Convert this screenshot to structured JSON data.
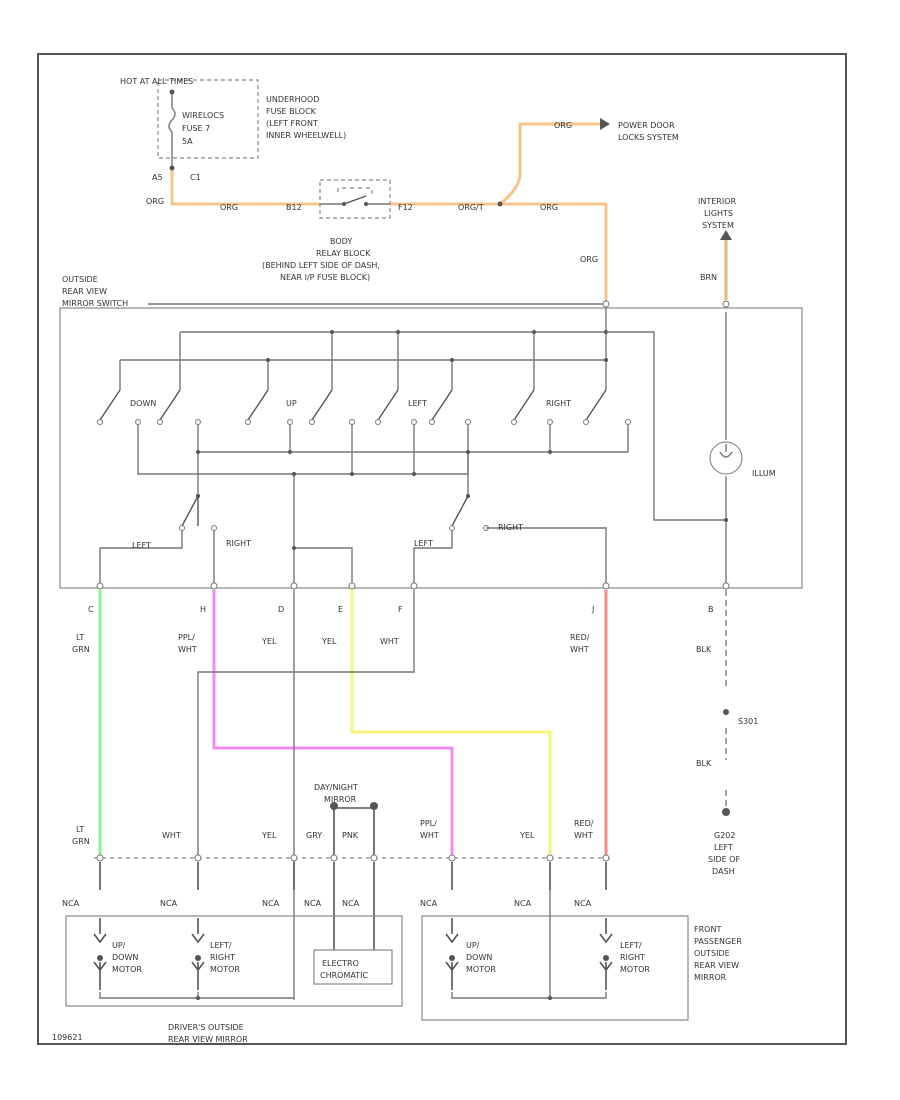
{
  "labels": {
    "hot_at_all_times": "HOT AT ALL TIMES",
    "fuse_name": "WIRELOCS",
    "fuse_num": "FUSE 7",
    "fuse_amp": "5A",
    "fuse_block_1": "UNDERHOOD",
    "fuse_block_2": "FUSE BLOCK",
    "fuse_block_3": "(LEFT FRONT",
    "fuse_block_4": "INNER WHEELWELL)",
    "power_door_1": "POWER DOOR",
    "power_door_2": "LOCKS SYSTEM",
    "relay_1": "BODY",
    "relay_2": "RELAY BLOCK",
    "relay_3": "(BEHIND LEFT SIDE OF DASH,",
    "relay_4": "NEAR I/P FUSE BLOCK)",
    "switch_1": "OUTSIDE",
    "switch_2": "REAR VIEW",
    "switch_3": "MIRROR SWITCH",
    "interior_1": "INTERIOR",
    "interior_2": "LIGHTS",
    "interior_3": "SYSTEM",
    "illum": "ILLUM",
    "sw_down": "DOWN",
    "sw_up": "UP",
    "sw_left": "LEFT",
    "sw_right": "RIGHT",
    "sel_left_1": "LEFT",
    "sel_right_1": "RIGHT",
    "sel_left_2": "LEFT",
    "sel_right_2": "RIGHT",
    "pin_a5": "A5",
    "pin_c1": "C1",
    "pin_b12": "B12",
    "pin_f12": "F12",
    "pin_c": "C",
    "pin_h": "H",
    "pin_d": "D",
    "pin_e": "E",
    "pin_f": "F",
    "pin_j": "J",
    "pin_b": "B",
    "wire_org_1": "ORG",
    "wire_org_2": "ORG",
    "wire_org_3": "ORG",
    "wire_org_4": "ORG/T",
    "wire_org_5": "ORG",
    "wire_org_6": "ORG",
    "wire_brn": "BRN",
    "wire_lt_grn_1": "LT",
    "wire_lt_grn_2": "GRN",
    "wire_ppl_wht_1": "PPL/",
    "wire_ppl_wht_2": "WHT",
    "wire_yel_1": "YEL",
    "wire_yel_2": "YEL",
    "wire_wht": "WHT",
    "wire_red_wht_1": "RED/",
    "wire_red_wht_2": "WHT",
    "wire_blk_1": "BLK",
    "wire_blk_2": "BLK",
    "splice": "S301",
    "ground_1": "G202",
    "ground_2": "LEFT",
    "ground_3": "SIDE OF",
    "ground_4": "DASH",
    "daynight_1": "DAY/NIGHT",
    "daynight_2": "MIRROR",
    "conn_lt": "LT",
    "conn_grn": "GRN",
    "conn_wht": "WHT",
    "conn_yel_1": "YEL",
    "conn_gry": "GRY",
    "conn_pnk": "PNK",
    "conn_ppl": "PPL/",
    "conn_ppl_wht": "WHT",
    "conn_yel_2": "YEL",
    "conn_red": "RED/",
    "conn_red_wht": "WHT",
    "nca_1": "NCA",
    "nca_2": "NCA",
    "nca_3": "NCA",
    "nca_4": "NCA",
    "nca_5": "NCA",
    "nca_6": "NCA",
    "nca_7": "NCA",
    "nca_8": "NCA",
    "dm_updown_1": "UP/",
    "dm_updown_2": "DOWN",
    "dm_updown_3": "MOTOR",
    "dm_leftright_1": "LEFT/",
    "dm_leftright_2": "RIGHT",
    "dm_leftright_3": "MOTOR",
    "electro_1": "ELECTRO",
    "electro_2": "CHROMATIC",
    "pm_updown_1": "UP/",
    "pm_updown_2": "DOWN",
    "pm_updown_3": "MOTOR",
    "pm_leftright_1": "LEFT/",
    "pm_leftright_2": "RIGHT",
    "pm_leftright_3": "MOTOR",
    "driver_mirror_1": "DRIVER'S OUTSIDE",
    "driver_mirror_2": "REAR VIEW MIRROR",
    "pass_mirror_1": "FRONT",
    "pass_mirror_2": "PASSENGER",
    "pass_mirror_3": "OUTSIDE",
    "pass_mirror_4": "REAR VIEW",
    "pass_mirror_5": "MIRROR",
    "figure_code": "109621"
  },
  "colors": {
    "org": "#f7c48a",
    "org_dark": "#e8a05a",
    "brn": "#e8b870",
    "lt_grn": "#8ef08e",
    "ppl_wht": "#f08cf0",
    "yel": "#f4f47a",
    "red_wht": "#f08c8c",
    "wire": "#777777"
  }
}
